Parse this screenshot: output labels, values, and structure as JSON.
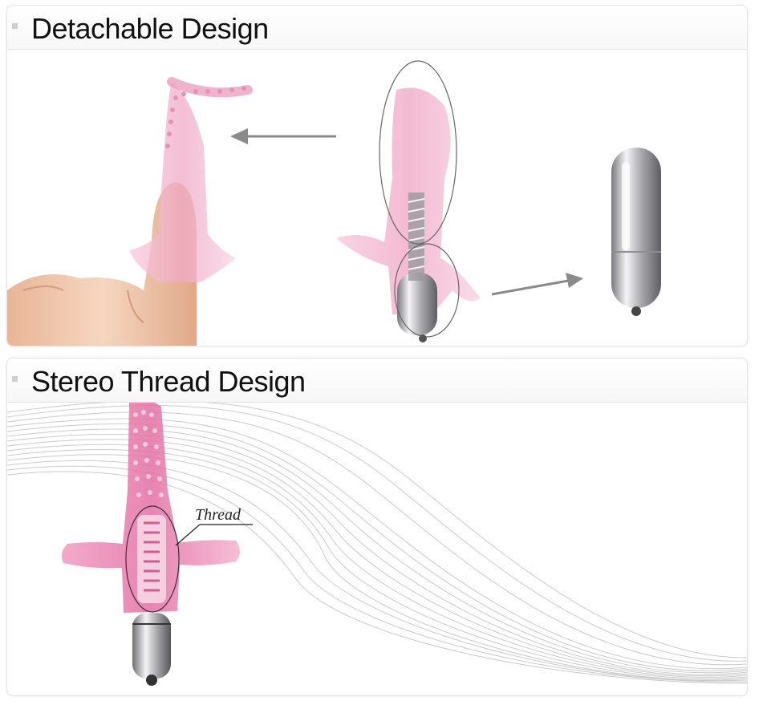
{
  "sections": [
    {
      "title": "Detachable Design"
    },
    {
      "title": "Stereo Thread Design",
      "callout": "Thread"
    }
  ],
  "colors": {
    "pink": "#f2b6cf",
    "pink_dark": "#e48ab0",
    "silver": "#c9c9cc",
    "arrow": "#8a8a8a",
    "skin": "#f1c9ad"
  }
}
